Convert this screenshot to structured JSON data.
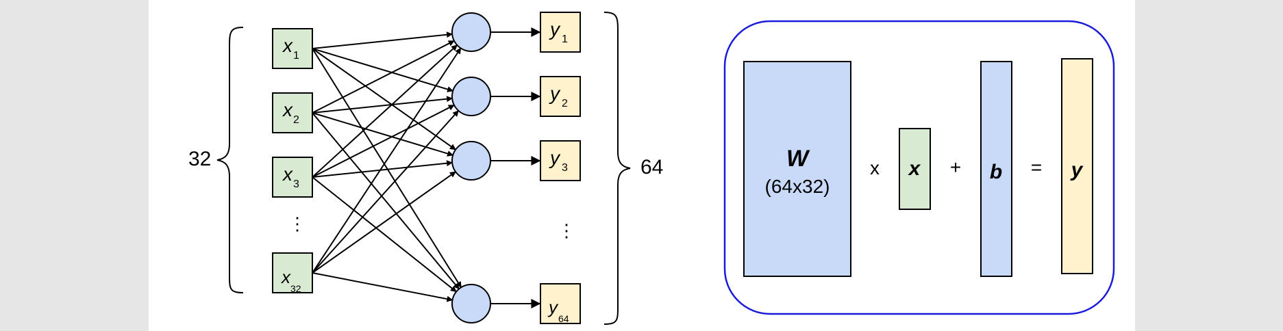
{
  "network": {
    "input_count_label": "32",
    "output_count_label": "64",
    "inputs": [
      {
        "var": "x",
        "sub": "1"
      },
      {
        "var": "x",
        "sub": "2"
      },
      {
        "var": "x",
        "sub": "3"
      },
      {
        "var": "x",
        "sub": "32"
      }
    ],
    "outputs": [
      {
        "var": "y",
        "sub": "1"
      },
      {
        "var": "y",
        "sub": "2"
      },
      {
        "var": "y",
        "sub": "3"
      },
      {
        "var": "y",
        "sub": "64"
      }
    ],
    "ellipsis": "⋮"
  },
  "equation": {
    "W_label": "W",
    "W_dims": "(64x32)",
    "times": "x",
    "x_label": "x",
    "plus": "+",
    "b_label": "b",
    "equals": "=",
    "y_label": "y"
  },
  "colors": {
    "input_fill": "#d9ead3",
    "output_fill": "#fff2cc",
    "neuron_fill": "#c9daf8",
    "weight_fill": "#c9daf8",
    "frame_stroke": "#1a1adb"
  }
}
